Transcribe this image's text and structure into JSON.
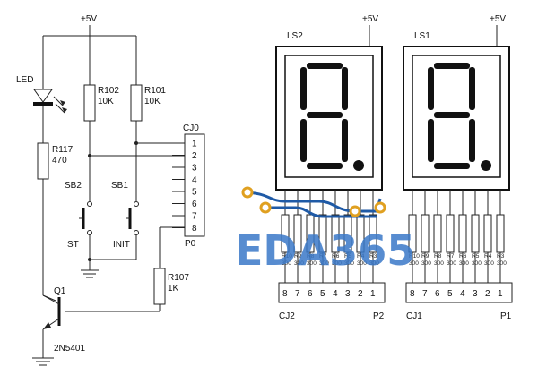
{
  "supply": {
    "vcc": "+5V"
  },
  "left_circuit": {
    "led": "LED",
    "r117": {
      "name": "R117",
      "value": "470"
    },
    "r102": {
      "name": "R102",
      "value": "10K"
    },
    "r101": {
      "name": "R101",
      "value": "10K"
    },
    "sb2": "SB2",
    "sb1": "SB1",
    "st": "ST",
    "init": "INIT",
    "q1": "Q1",
    "transistor": "2N5401",
    "r107": {
      "name": "R107",
      "value": "1K"
    },
    "connector": {
      "title": "CJ0",
      "pins": [
        "1",
        "2",
        "3",
        "4",
        "5",
        "6",
        "7",
        "8"
      ],
      "footer": "P0"
    }
  },
  "displays": [
    {
      "name": "LS2",
      "resistors": [
        "R10",
        "R9",
        "R8",
        "R7",
        "R6",
        "R5",
        "R4",
        "R3"
      ],
      "value": "300",
      "connector": {
        "title": "CJ2",
        "pins": [
          "8",
          "7",
          "6",
          "5",
          "4",
          "3",
          "2",
          "1"
        ],
        "footer": "P2"
      }
    },
    {
      "name": "LS1",
      "resistors": [
        "R10",
        "R9",
        "R8",
        "R7",
        "R6",
        "R5",
        "R4",
        "R3"
      ],
      "value": "300",
      "connector": {
        "title": "CJ1",
        "pins": [
          "8",
          "7",
          "6",
          "5",
          "4",
          "3",
          "2",
          "1"
        ],
        "footer": "P1"
      }
    }
  ],
  "watermark": {
    "text": "EDA365",
    "colors": {
      "text": "#3a78c8",
      "pcb_trace": "#1f5aa6",
      "pad": "#e0a020"
    }
  }
}
